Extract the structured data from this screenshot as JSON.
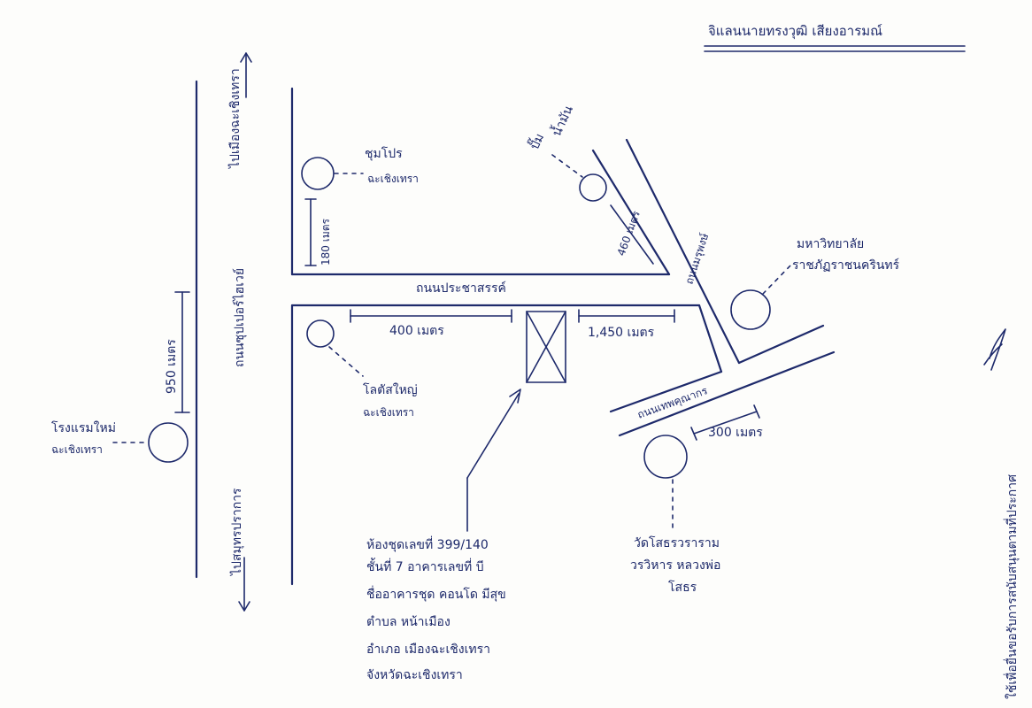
{
  "title": "จิแลนนายทรงวุฒิ เสียงอารมณ์",
  "side_note": "ใช้เพื่อยื่นขอรับการสนับสนุนตามที่ประกาศ",
  "roads": {
    "main_road": "ถนนซุปเปอร์ไฮเวย์",
    "to_city": "ไปเมืองฉะเชิงเทรา",
    "to_samutprakan": "ไปสมุทรปราการ",
    "prachasan_road": "ถนนประชาสรรค์",
    "marupong_road": "ถนนมรุพงษ์",
    "thepkunakorn_road": "ถนนเทพคุณากร"
  },
  "landmarks": {
    "top_left_place": [
      "ชุมโปร",
      "ฉะเชิงเทรา"
    ],
    "top_right_place": [
      "ปั๊ม",
      "น้ำมัน"
    ],
    "university": [
      "มหาวิทยาลัย",
      "ราชภัฏราชนครินทร์"
    ],
    "lotus": [
      "โลตัสใหญ่",
      "ฉะเชิงเทรา"
    ],
    "left_hotel": [
      "โรงแรมใหม่",
      "ฉะเชิงเทรา"
    ],
    "temple": [
      "วัดโสธรวราราม",
      "วรวิหาร หลวงพ่อ",
      "โสธร"
    ]
  },
  "distances": {
    "d180": "180 เมตร",
    "d460": "460 เมตร",
    "d400": "400 เมตร",
    "d1450": "1,450 เมตร",
    "d950": "950 เมตร",
    "d300": "300 เมตร"
  },
  "address_lines": [
    "ห้องชุดเลขที่ 399/140",
    "ชั้นที่ 7 อาคารเลขที่ บี",
    "ชื่ออาคารชุด คอนโด มีสุข",
    "ตำบล หน้าเมือง",
    "อำเภอ เมืองฉะเชิงเทรา",
    "จังหวัดฉะเชิงเทรา"
  ],
  "colors": {
    "ink": "#1e2a6b",
    "paper": "#fdfdfb"
  },
  "map_data": {
    "type": "hand-drawn location map",
    "subject_marker": "crossed-box"
  }
}
